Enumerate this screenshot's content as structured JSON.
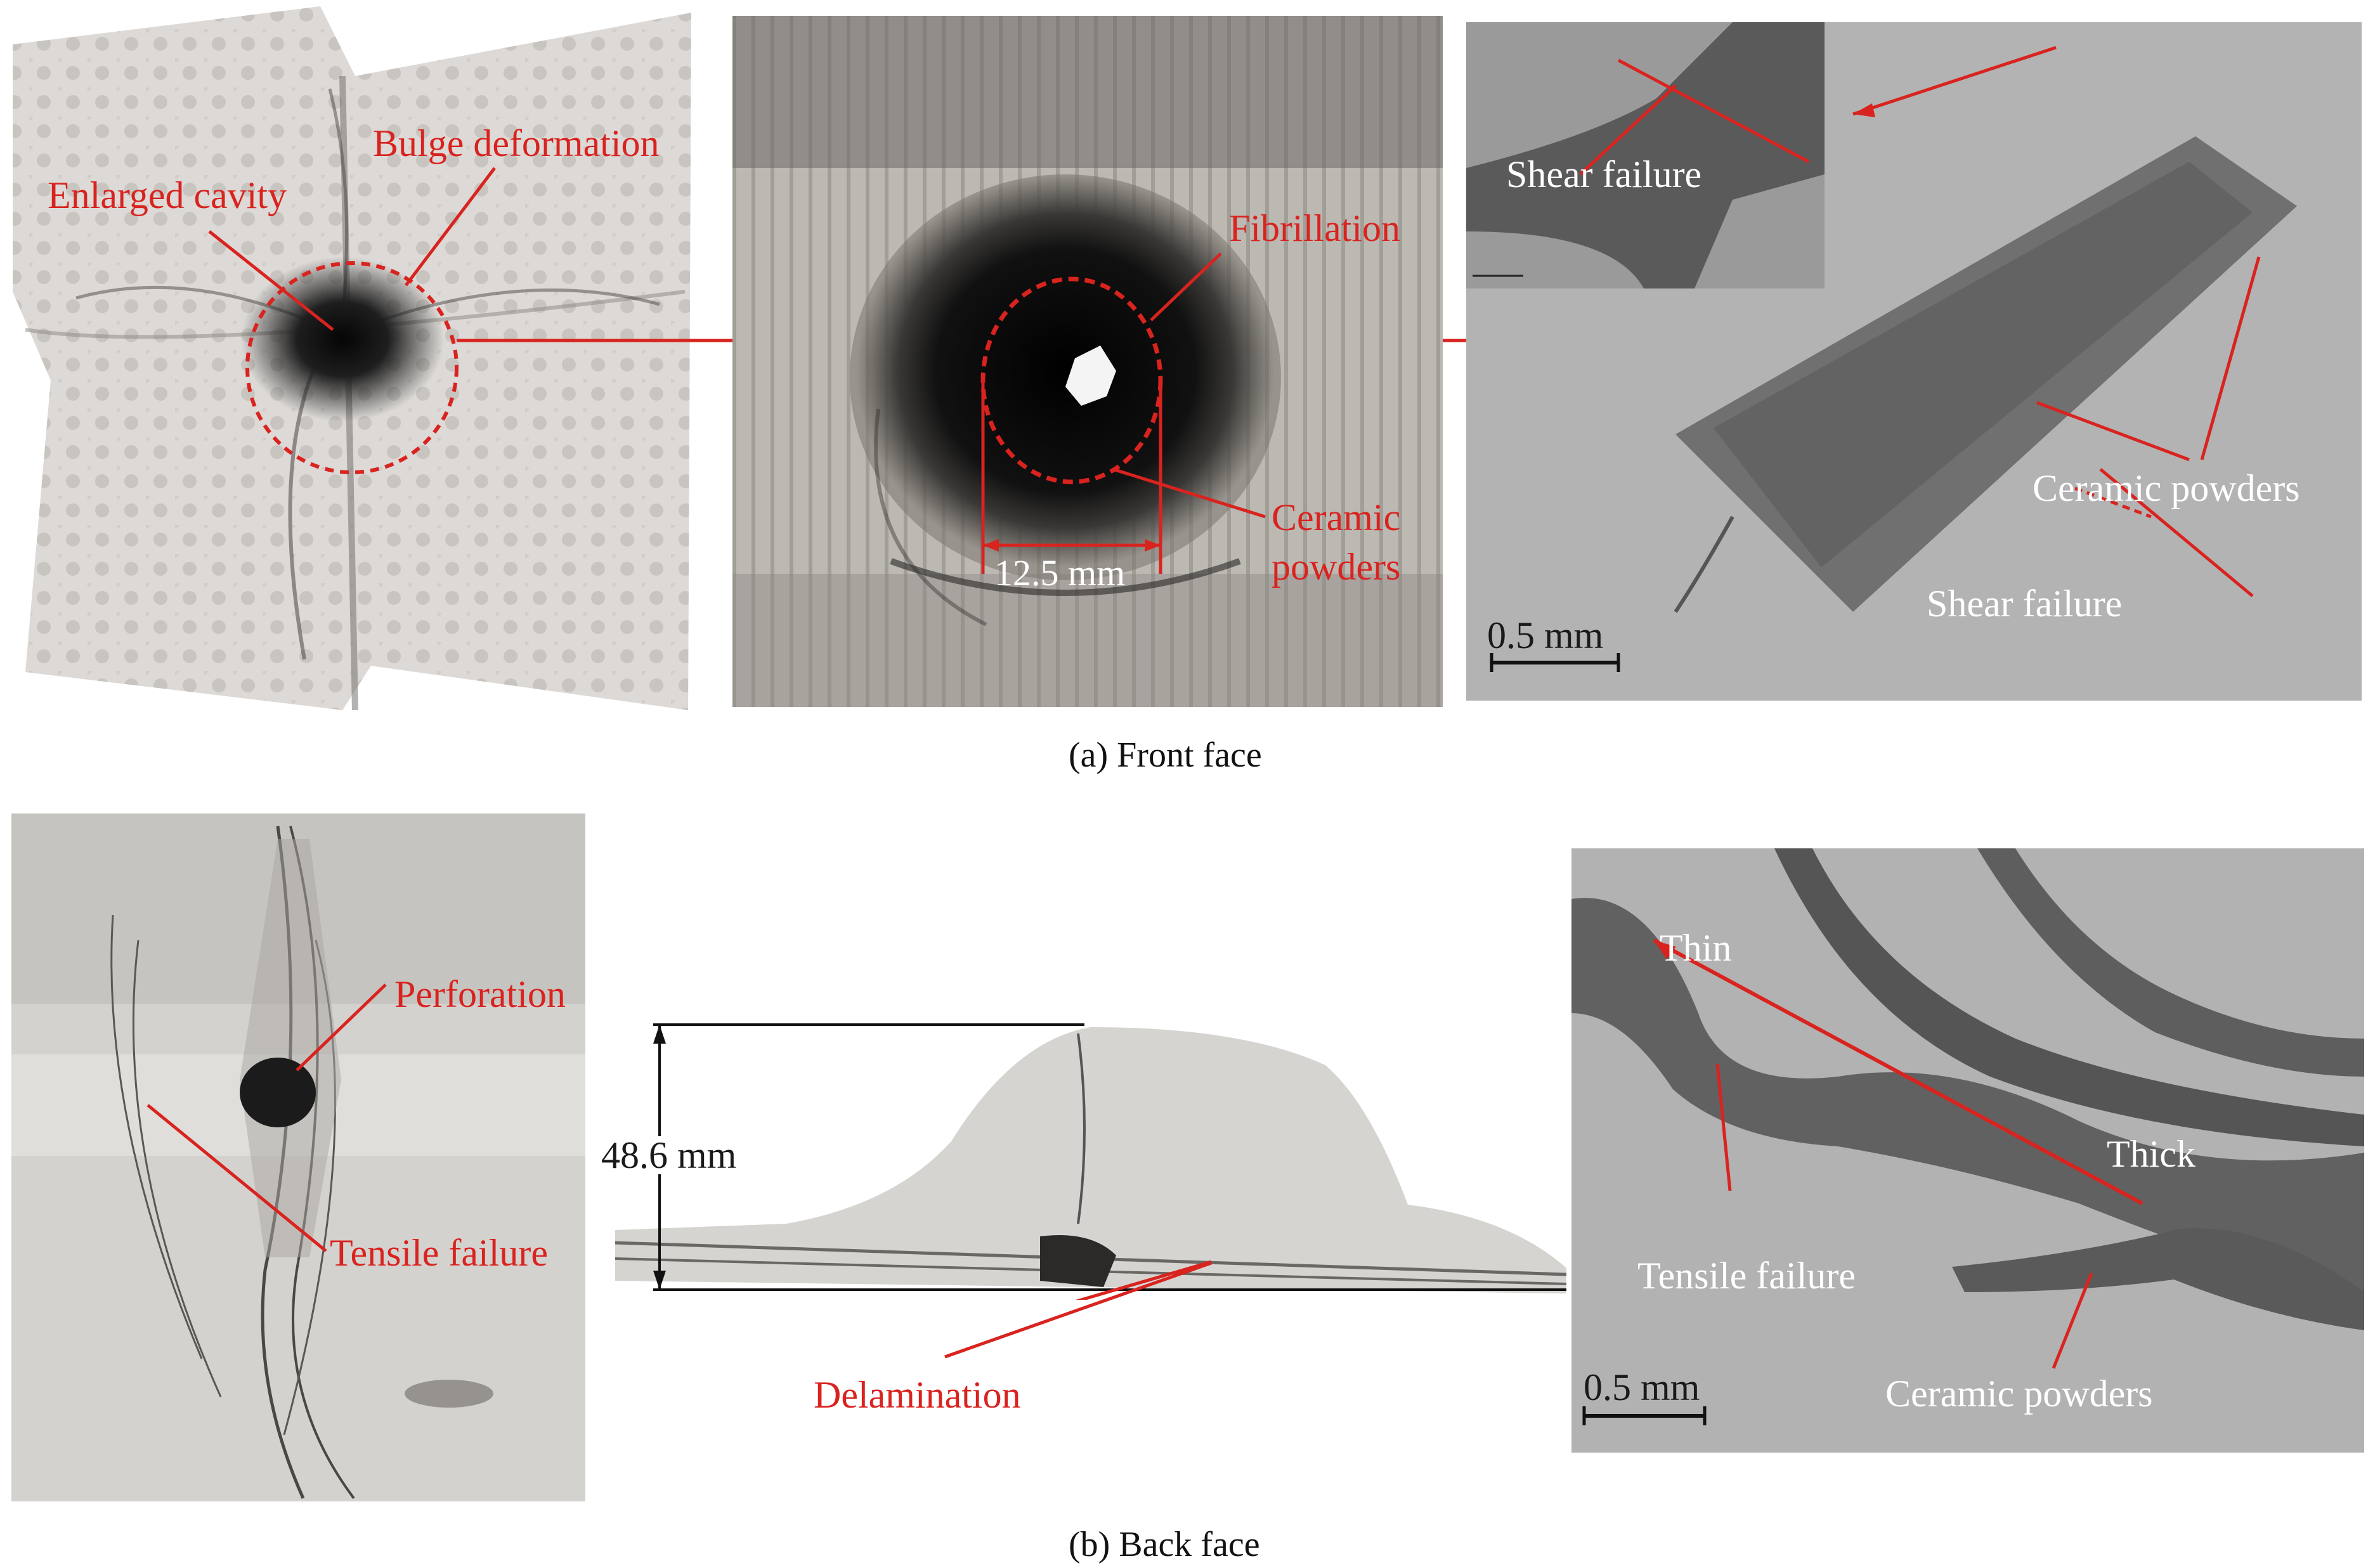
{
  "colors": {
    "annotation_red": "#d9231f",
    "micro_text_white": "#ffffff",
    "scale_bar": "#111111"
  },
  "front": {
    "caption": "(a) Front face",
    "panel1": {
      "enlarged_cavity": "Enlarged cavity",
      "bulge_deformation": "Bulge deformation"
    },
    "panel2": {
      "fibrillation": "Fibrillation",
      "ceramic_line1": "Ceramic",
      "ceramic_line2": "powders",
      "diameter": "12.5 mm"
    },
    "panel3": {
      "shear_failure_top": "Shear failure",
      "ceramic_powders": "Ceramic powders",
      "shear_failure": "Shear failure",
      "scale": "0.5 mm"
    }
  },
  "back": {
    "caption": "(b) Back face",
    "panel1": {
      "perforation": "Perforation",
      "tensile_failure": "Tensile failure"
    },
    "panel2": {
      "height": "48.6 mm",
      "delamination": "Delamination"
    },
    "panel3": {
      "thin": "Thin",
      "thick": "Thick",
      "tensile_failure": "Tensile failure",
      "ceramic_powders": "Ceramic powders",
      "scale": "0.5 mm"
    }
  }
}
